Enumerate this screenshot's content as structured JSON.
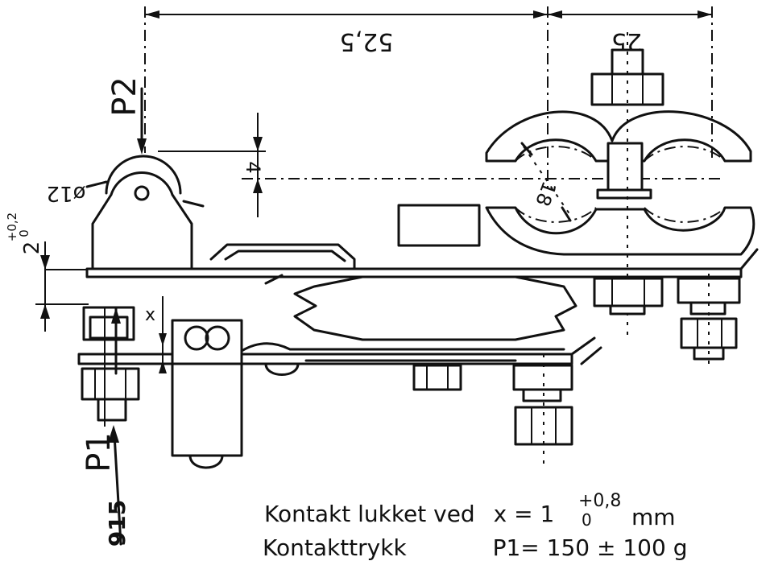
{
  "dimensions": {
    "overall": "52,5",
    "right": "25",
    "diameter": "ø12",
    "radius": "18",
    "height": "4",
    "gap": "2",
    "gap_tol_upper": "+0,2",
    "gap_tol_lower": "0",
    "x": "x"
  },
  "forces": {
    "p1": "P1",
    "p2": "P2"
  },
  "part_number": "915",
  "notes": {
    "line1_label": "Kontakt lukket ved",
    "line1_expr": "x = 1",
    "line1_tol_upper": "+0,8",
    "line1_tol_lower": "0",
    "line1_unit": "mm",
    "line2_label": "Kontakttrykk",
    "line2_expr": "P1= 150 ± 100 g"
  }
}
